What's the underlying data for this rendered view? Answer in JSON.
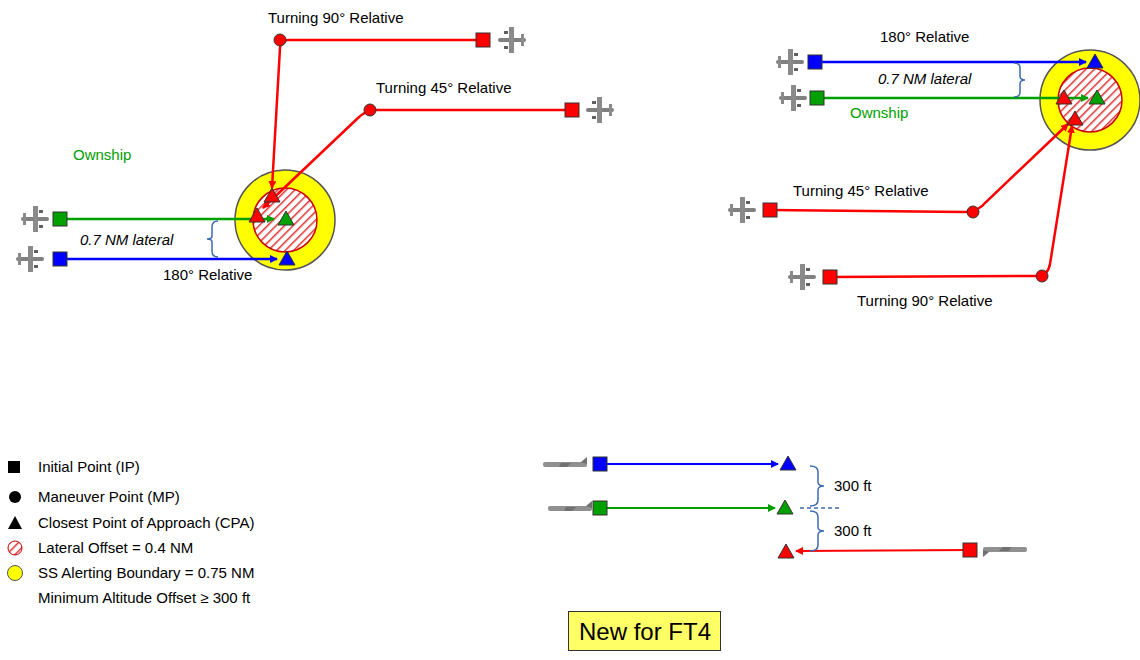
{
  "diagram": {
    "nodes": [
      {
        "text": [
          "New for FT4"
        ]
      }
    ],
    "labels": [
      "Turning 90° Relative",
      "Turning 45° Relative",
      "Ownship",
      "0.7 NM lateral",
      "180° Relative",
      "180° Relative",
      "0.7 NM lateral",
      "Ownship",
      "Turning 45° Relative",
      "Turning 90° Relative",
      "300 ft",
      "300 ft"
    ],
    "legend": [
      {
        "text": "Initial Point (IP)"
      },
      {
        "text": "Maneuver Point (MP)"
      },
      {
        "text": "Closest Point of Approach (CPA)"
      },
      {
        "text": "Lateral Offset = 0.4 NM"
      },
      {
        "text": "SS Alerting Boundary = 0.75 NM",
        "color": "#ffff00"
      },
      {
        "text": "Minimum Altitude Offset ≥ 300 ft"
      }
    ]
  }
}
